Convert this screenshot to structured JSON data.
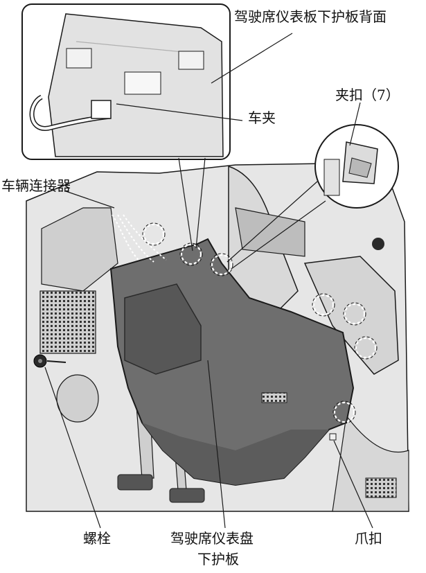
{
  "labels": {
    "lower_cover_back": "驾驶席仪表板下护板背面",
    "car_clip": "车夹",
    "clip": "夹扣（7）",
    "vehicle_connector": "车辆连接器",
    "bolt": "螺栓",
    "cover_line1": "驾驶席仪表盘",
    "cover_line2": "下护板",
    "claw": "爪扣"
  },
  "colors": {
    "line": "#1a1a1a",
    "panel": "#6e6e6e",
    "background_parts": "#e4e4e4"
  }
}
